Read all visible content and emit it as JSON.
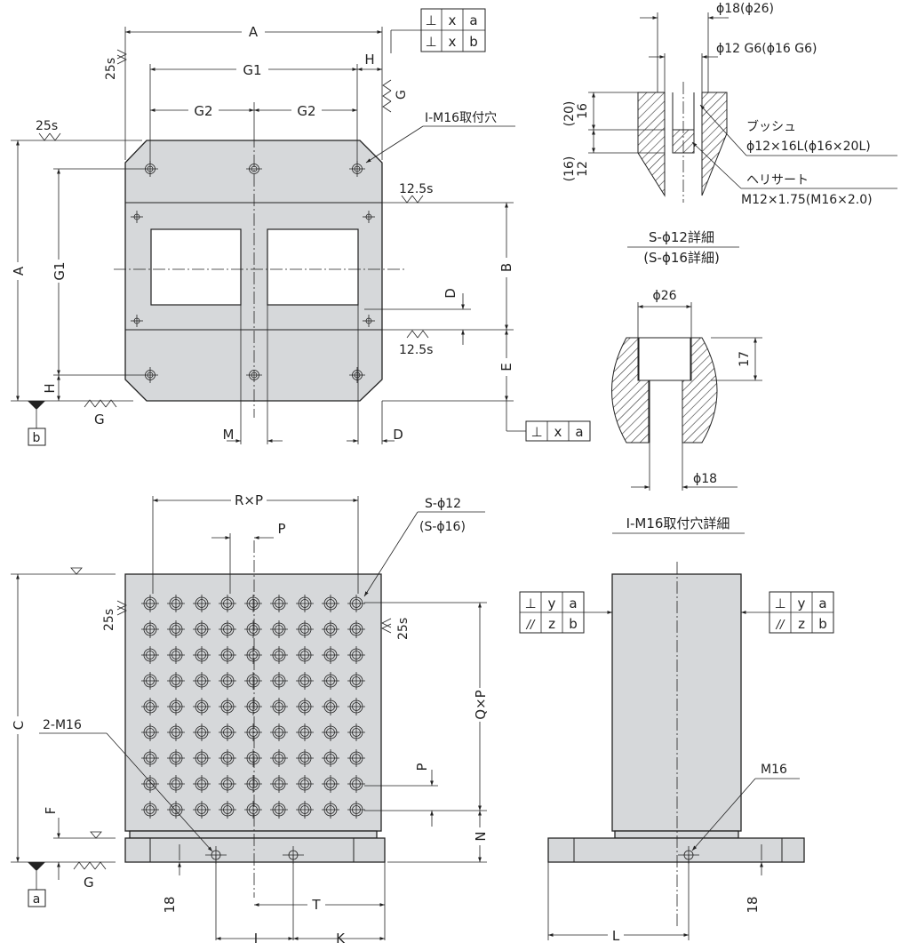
{
  "dims": {
    "A": "A",
    "G1": "G1",
    "G2": "G2",
    "H": "H",
    "G": "G",
    "B": "B",
    "D": "D",
    "E": "E",
    "M": "M",
    "C": "C",
    "F": "F",
    "N": "N",
    "P": "P",
    "RxP": "R×P",
    "QxP": "Q×P",
    "T": "T",
    "J": "J",
    "K": "K",
    "L": "L",
    "v18": "18"
  },
  "surface": {
    "s25": "25s",
    "s125": "12.5s"
  },
  "datum": {
    "a": "a",
    "b": "b"
  },
  "tolerance": {
    "perp": "⊥",
    "par": "//",
    "x": "x",
    "y": "y",
    "z": "z"
  },
  "labels": {
    "mount_hole": "I-M16取付穴",
    "s_phi12": "S-ϕ12",
    "s_phi16": "(S-ϕ16)",
    "m16_2": "2-M16",
    "m16": "M16",
    "phi18_26": "ϕ18(ϕ26)",
    "phi12_g6": "ϕ12 G6(ϕ16 G6)",
    "bush": "ブッシュ",
    "bush_size": "ϕ12×16L(ϕ16×20L)",
    "heli": "ヘリサート",
    "heli_size": "M12×1.75(M16×2.0)",
    "dim_20": "(20)",
    "dim_16": "16",
    "dim_16p": "(16)",
    "dim_12": "12",
    "detail_s12": "S-ϕ12詳細",
    "detail_s16": "(S-ϕ16詳細)",
    "phi26": "ϕ26",
    "dim_17": "17",
    "phi18": "ϕ18",
    "detail_mount": "I-M16取付穴詳細"
  }
}
